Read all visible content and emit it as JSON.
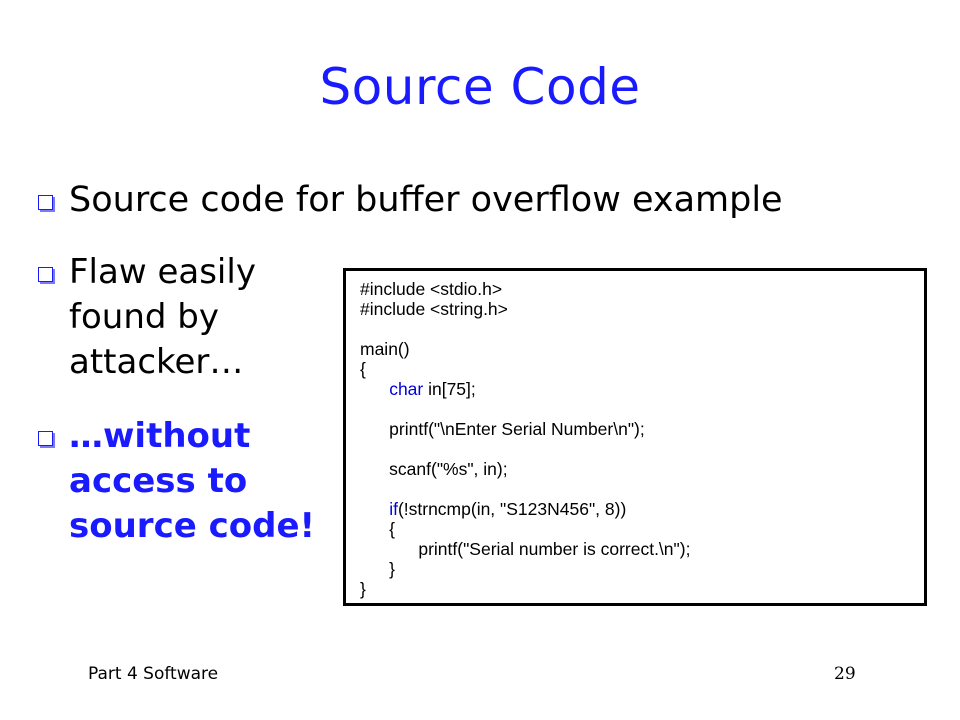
{
  "slide": {
    "title": "Source Code",
    "bullets": [
      {
        "text": "Source code for buffer overflow example"
      },
      {
        "text": "Flaw easily found by attacker…"
      },
      {
        "text": "…without access to source code!"
      }
    ],
    "code_lines": [
      "#include <stdio.h>",
      "#include <string.h>",
      "",
      "main()",
      "{",
      "      char in[75];",
      "",
      "      printf(\"\\nEnter Serial Number\\n\");",
      "",
      "      scanf(\"%s\", in);",
      "",
      "      if(!strncmp(in, \"S123N456\", 8))",
      "      {",
      "            printf(\"Serial number is correct.\\n\");",
      "      }",
      "}"
    ],
    "footer": {
      "left": "Part 4  Software",
      "page_number": "29"
    },
    "colors": {
      "title": "#1a1aff",
      "emphasis_text": "#1a1aff",
      "keyword": "#0000dd",
      "bullet_icon": "#1a1aff"
    }
  }
}
